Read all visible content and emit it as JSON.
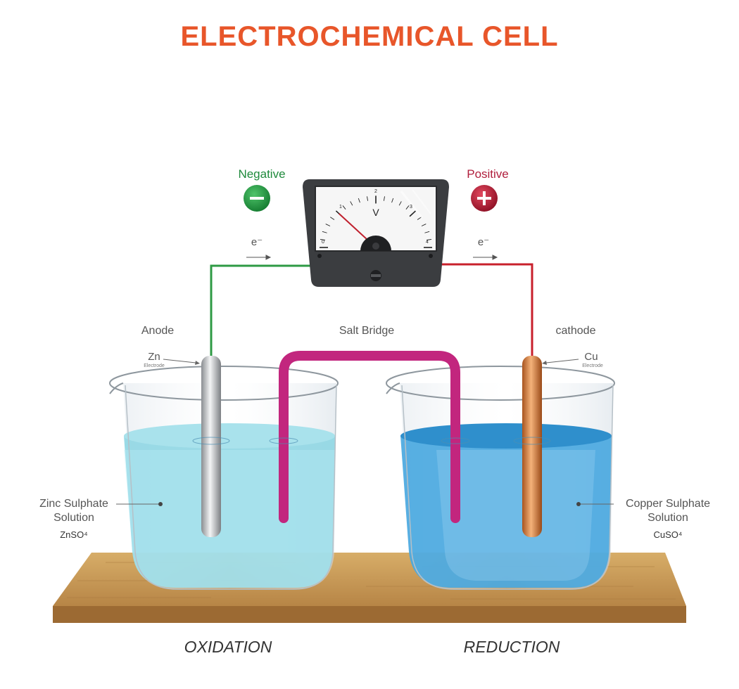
{
  "title": "ELECTROCHEMICAL CELL",
  "poles": {
    "negative": {
      "label": "Negative",
      "symbol": "−"
    },
    "positive": {
      "label": "Positive",
      "symbol": "+"
    }
  },
  "electron_label": "e⁻",
  "voltmeter": {
    "unit": "V",
    "scale": [
      "0",
      "1",
      "2",
      "3",
      "4"
    ],
    "needle_value": 1
  },
  "labels": {
    "anode": "Anode",
    "cathode": "cathode",
    "salt_bridge": "Salt Bridge",
    "zn": "Zn",
    "cu": "Cu",
    "electrode": "Electrode"
  },
  "solutions": {
    "left": {
      "line1": "Zinc Sulphate",
      "line2": "Solution",
      "formula": "ZnSO⁴"
    },
    "right": {
      "line1": "Copper Sulphate",
      "line2": "Solution",
      "formula": "CuSO⁴"
    }
  },
  "process": {
    "left": "OXIDATION",
    "right": "REDUCTION"
  },
  "colors": {
    "title": "#e8562a",
    "negative_wire": "#2e9a44",
    "positive_wire": "#c8202c",
    "salt_bridge": "#c2267e",
    "zinc_solution": "#8fd6e3",
    "copper_solution": "#4aa8e0",
    "table": "#c89a55"
  }
}
